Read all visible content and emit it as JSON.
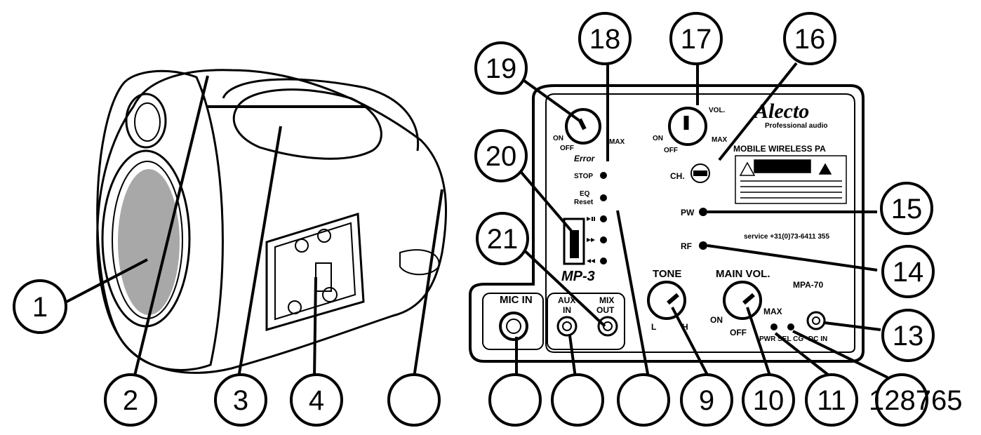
{
  "callouts": {
    "n1": "1",
    "n2": "2",
    "n3": "3",
    "n4": "4",
    "n9": "9",
    "n10": "10",
    "n11": "11",
    "n12": "128765",
    "n13": "13",
    "n14": "14",
    "n15": "15",
    "n16": "16",
    "n17": "17",
    "n18": "18",
    "n19": "19",
    "n20": "20",
    "n21": "21"
  },
  "panel": {
    "brand": "Alecto",
    "brand_sub": "Professional audio",
    "model": "MOBILE WIRELESS PA",
    "vol_label": "VOL.",
    "on_label": "ON",
    "off_label": "OFF",
    "max_label": "MAX",
    "error_label": "Error",
    "stop_label": "STOP",
    "eq_label": "EQ",
    "reset_label": "Reset",
    "ch_label": "CH.",
    "pw_label": "PW",
    "rf_label": "RF",
    "service_text": "service +31(0)73-6411 355",
    "mp3_label": "MP-3",
    "tone_label": "TONE",
    "tone_l": "L",
    "tone_h": "H",
    "main_vol_label": "MAIN VOL.",
    "model_code": "MPA-70",
    "mic_in_label": "MIC IN",
    "aux_label": "AUX",
    "in_label": "IN",
    "mix_label": "MIX",
    "out_label": "OUT",
    "pwr_sel_label": "PWR SEL CG",
    "dc_in_label": "DC IN"
  },
  "colors": {
    "line": "#000000",
    "grille": "#a8a8a8",
    "background": "#ffffff"
  }
}
